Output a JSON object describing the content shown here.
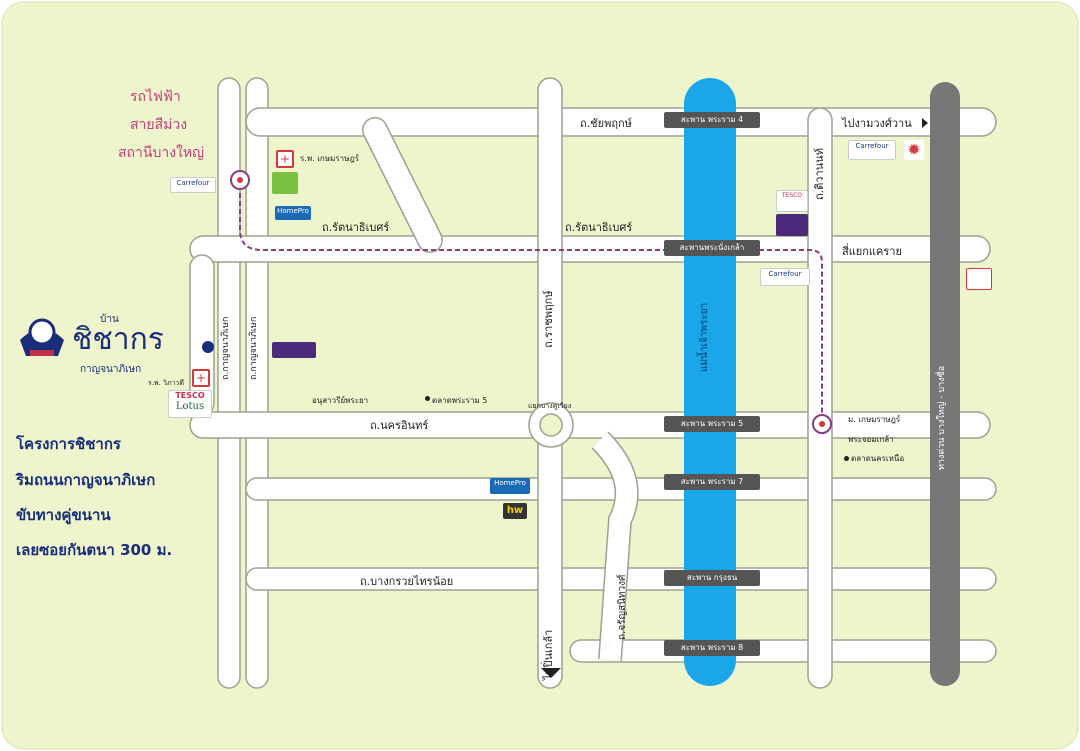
{
  "colors": {
    "background": "#eef4cc",
    "road": "#ffffff",
    "road_edge": "#9aa38f",
    "river": "#1aa6e8",
    "highway": "#777777",
    "train_line": "#8a3a8a",
    "title_blue": "#1a2d7a",
    "train_label": "#c0407a"
  },
  "train_station": {
    "line1": "รถไฟฟ้า",
    "line2": "สายสีม่วง",
    "line3": "สถานีบางใหญ่"
  },
  "project": {
    "logo_small": "บ้าน",
    "logo_name": "ชิชากร",
    "logo_sub": "กาญจนาภิเษก",
    "headline1": "โครงการชิชากร",
    "headline2": "ริมถนนกาญจนาภิเษก",
    "headline3": "ขับทางคู่ขนาน",
    "headline4": "เลยซอยกันตนา 300 ม."
  },
  "roads": {
    "kanchana_left": "ถ.กาญจนาภิเษก",
    "kanchana_right": "ถ.กาญจนาภิเษก",
    "chaiyaphruek": "ถ.ชัยพฤกษ์",
    "rattanathibet_left": "ถ.รัตนาธิเบศร์",
    "rattanathibet_mid": "ถ.รัตนาธิเบศร์",
    "to_ngamwongwan": "ไปงามวงศ์วาน",
    "tiwanon": "ถ.ติวานนท์",
    "rama5_junction": "สี่แยกแคราย",
    "ratchaphruek": "ถ.ราชพฤกษ์",
    "nakhon_in": "ถ.นครอินทร์",
    "bang_kruai_sai_noi": "ถ.บางกรวยไทรน้อย",
    "to_pinklao": "ไปปิ่นเกล้า",
    "jaransanitwong": "ถ.จรัญสนิทวงศ์",
    "highway_right": "ทางด่วน บางใหญ่ - บางซื่อ",
    "intersection": "แยกบางคูเวียง",
    "river": "แม่น้ำเจ้าพระยา"
  },
  "bridges": {
    "b1": "สะพาน พระราม 4",
    "b2": "สะพานพระนั่งเกล้า",
    "b3": "สะพาน พระราม 5",
    "b4": "สะพาน พระราม 7",
    "b5": "สะพาน กรุงธน",
    "b6": "สะพาน พระราม 8"
  },
  "places": {
    "central_westgate": "ร.พ. เกษมราษฎร์",
    "monument": "อนุสาวรีย์พระยา",
    "market_rama5": "ตลาดพระราม 5",
    "hospital_right": "ม. เกษมราษฎร์",
    "school_right": "พระจอมเกล้า",
    "market_right": "ตลาดนครเหนือ",
    "hospital_left": "ร.พ. วิภาวดี"
  },
  "brands": {
    "tesco": "TESCO",
    "lotus": "Lotus",
    "carrefour": "Carrefour",
    "homepro": "HomePro",
    "hw": "hw"
  }
}
